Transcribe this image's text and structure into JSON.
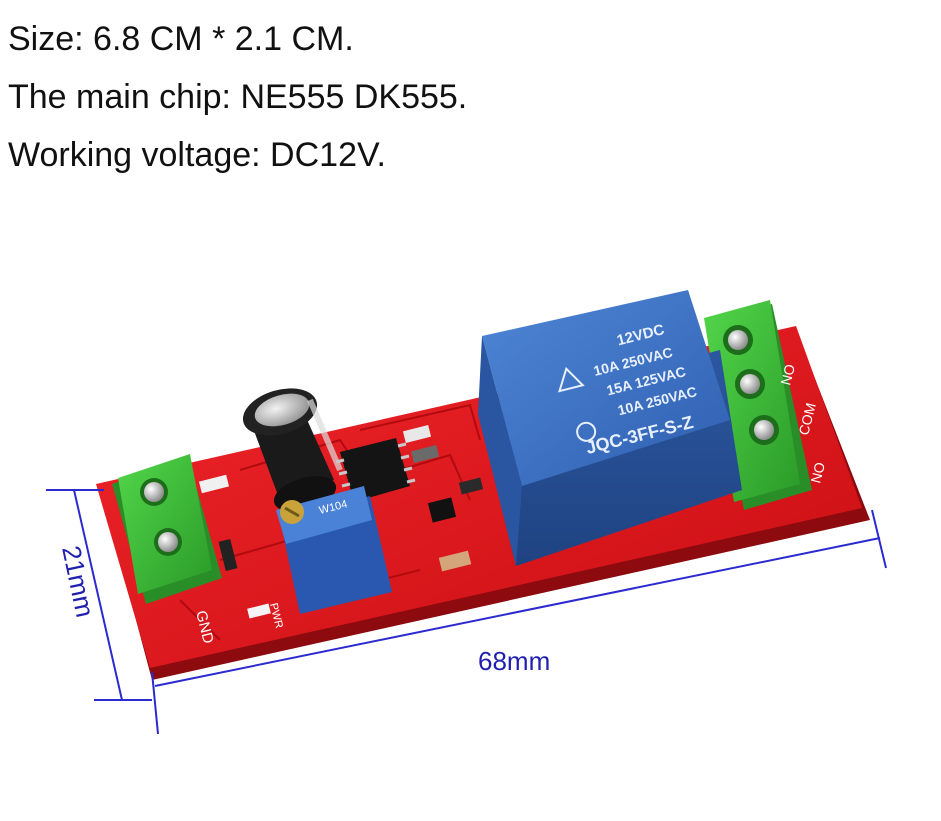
{
  "specs": {
    "size": "Size: 6.8 CM * 2.1 CM.",
    "main_chip": "The main chip: NE555 DK555.",
    "working_voltage": "Working voltage: DC12V."
  },
  "dimensions": {
    "width_label": "21mm",
    "length_label": "68mm",
    "line_color": "#2a2ad0"
  },
  "relay": {
    "line1": "12VDC",
    "line2": "10A 250VAC",
    "line3": "15A 125VAC",
    "line4": "10A 250VAC",
    "model": "JQC-3FF-S-Z",
    "color": "#3a6fc4"
  },
  "board": {
    "gnd_label": "GND",
    "pwr_label": "PWR",
    "no_top": "NO",
    "com": "COM",
    "no_bottom": "NO",
    "color": "#e0141a"
  },
  "potentiometer": {
    "marking": "W104"
  },
  "terminal_color": "#3fbf3a"
}
